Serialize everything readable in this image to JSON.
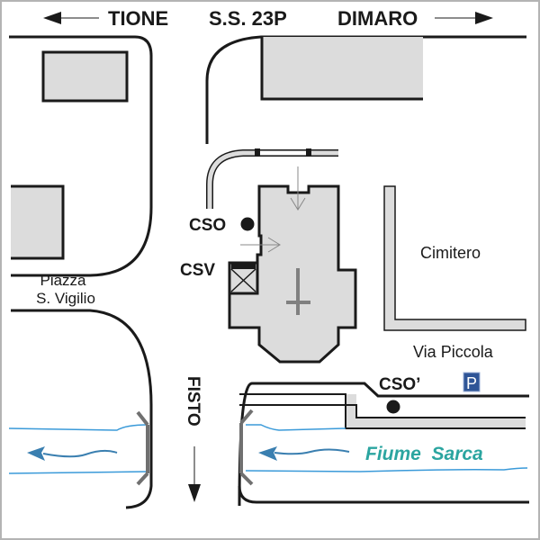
{
  "colors": {
    "road": "#1a1a1a",
    "building_fill": "#dcdcdc",
    "river_line": "#3a9ad9",
    "river_label": "#2ba5a0",
    "river_arrow": "#3a7fb0",
    "bridge": "#707070",
    "parking_bg": "#2f5597",
    "arrow_light": "#888888"
  },
  "labels": {
    "west": "TIONE",
    "road": "S.S. 23P",
    "east": "DIMARO",
    "south": "FISTO",
    "piazza_line1": "Piazza",
    "piazza_line2": "S. Vigilio",
    "cemetery": "Cimitero",
    "street": "Via Piccola",
    "river": "Fiume  Sarca",
    "cso": "CSO",
    "csv": "CSV",
    "cso_prime": "CSO’",
    "parking": "P"
  },
  "icons": {
    "west_arrow": "arrow-left-icon",
    "east_arrow": "arrow-right-icon",
    "south_arrow": "arrow-down-icon",
    "church_cross": "cross-icon",
    "parking": "parking-icon",
    "river_flow": "river-flow-arrow-icon"
  }
}
